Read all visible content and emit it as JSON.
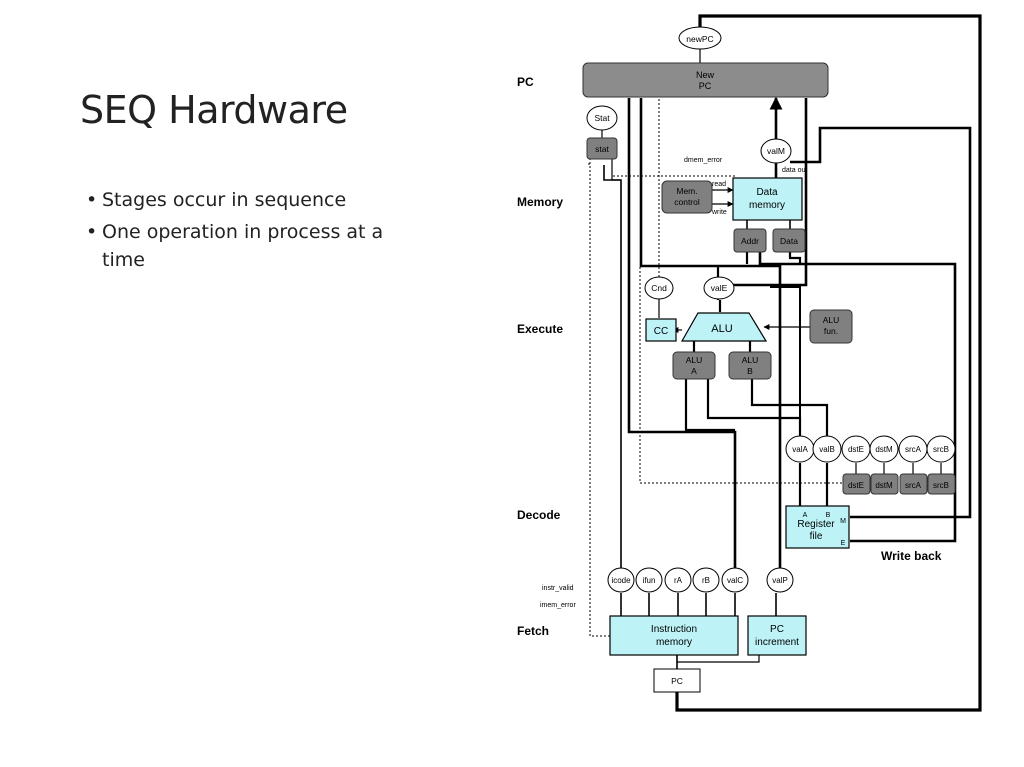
{
  "slide": {
    "title": "SEQ Hardware",
    "bullets": [
      "Stages occur in sequence",
      "One operation in process at a time"
    ]
  },
  "colors": {
    "hardware_unit": "#bdf3f7",
    "control_block": "#808080",
    "pc_bar": "#8c8c8c",
    "wire": "#000000"
  },
  "stages": {
    "pc": "PC",
    "memory": "Memory",
    "execute": "Execute",
    "decode": "Decode",
    "fetch": "Fetch"
  },
  "units": {
    "new_pc": [
      "New",
      "PC"
    ],
    "data_memory": [
      "Data",
      "memory"
    ],
    "mem_control": [
      "Mem.",
      "control"
    ],
    "alu": "ALU",
    "alu_fun": [
      "ALU",
      "fun."
    ],
    "alu_a": [
      "ALU",
      "A"
    ],
    "alu_b": [
      "ALU",
      "B"
    ],
    "cc": "CC",
    "register_file": [
      "Register",
      "file"
    ],
    "instruction_memory": [
      "Instruction",
      "memory"
    ],
    "pc_increment": [
      "PC",
      "increment"
    ],
    "pc_reg": "PC",
    "stat": "stat",
    "addr": "Addr",
    "data": "Data"
  },
  "signals": {
    "new_pc": "newPC",
    "stat": "Stat",
    "val_m": "valM",
    "val_e": "valE",
    "cnd": "Cnd",
    "decode_outputs": [
      "valA",
      "valB",
      "dstE",
      "dstM",
      "srcA",
      "srcB"
    ],
    "decode_regs": [
      "dstE",
      "dstM",
      "srcA",
      "srcB"
    ],
    "fetch_outputs": [
      "icode",
      "ifun",
      "rA",
      "rB",
      "valC"
    ],
    "val_p": "valP"
  },
  "labels": {
    "dmem_error": "dmem_error",
    "data_out": "data out",
    "read": "read",
    "write": "write",
    "instr_valid": "instr_valid",
    "imem_error": "imem_error",
    "write_back": "Write back",
    "port_a": "A",
    "port_b": "B",
    "port_m": "M",
    "port_e": "E"
  }
}
